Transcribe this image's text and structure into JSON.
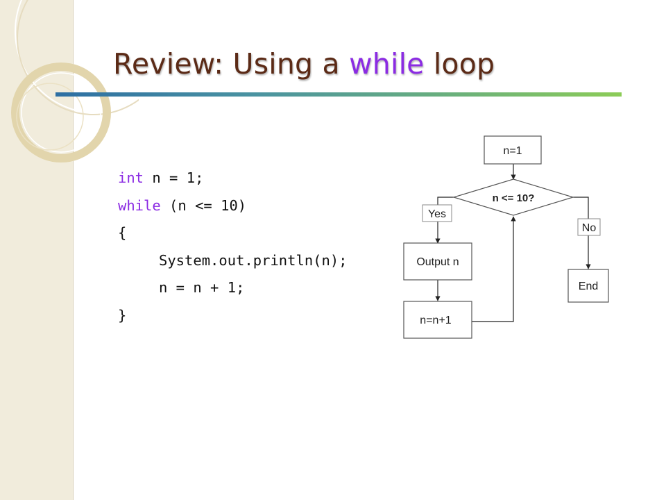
{
  "slide": {
    "title": {
      "prefix": "Review: Using a ",
      "keyword": "while",
      "suffix": " loop"
    },
    "code": {
      "line1_keyword": "int",
      "line1_rest": " n = 1;",
      "line2_keyword": "while",
      "line2_rest": " (n <= 10)",
      "line3": "{",
      "line4": "System.out.println(n);",
      "line5": "n = n + 1;",
      "line6": "}"
    },
    "flowchart": {
      "start": "n=1",
      "decision": "n <= 10?",
      "yes_label": "Yes",
      "no_label": "No",
      "output": "Output n",
      "increment": "n=n+1",
      "end": "End"
    },
    "colors": {
      "title": "#5b2a16",
      "keyword": "#8b2be3",
      "rule_start": "#2d6fa3",
      "rule_end": "#8ccc57",
      "sidebar": "#f1ecdc"
    }
  }
}
